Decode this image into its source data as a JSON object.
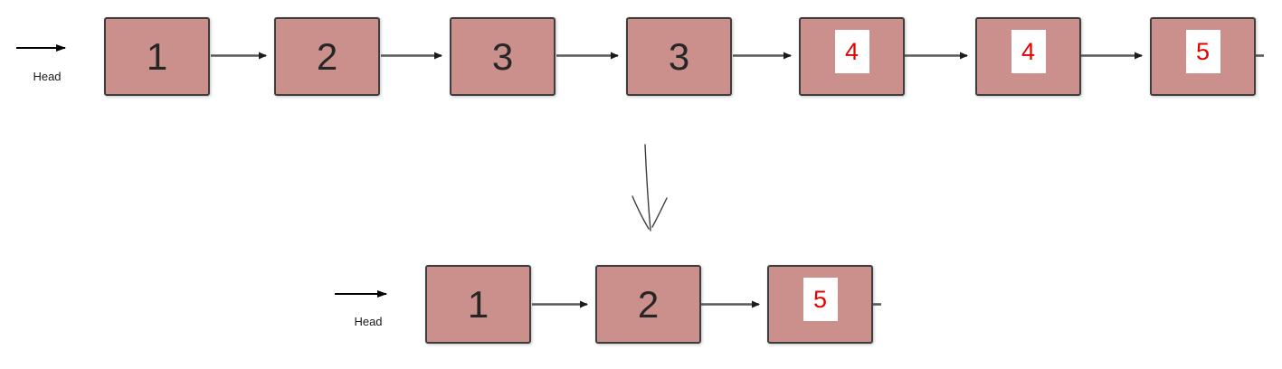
{
  "diagram_title": "linked-list-duplicate-removal-diagram",
  "top_list": {
    "head_label": "Head",
    "nodes": [
      {
        "label": "1",
        "highlighted": false
      },
      {
        "label": "2",
        "highlighted": false
      },
      {
        "label": "3",
        "highlighted": false
      },
      {
        "label": "3",
        "highlighted": false
      },
      {
        "label": "4",
        "highlighted": true
      },
      {
        "label": "4",
        "highlighted": true
      },
      {
        "label": "5",
        "highlighted": true
      }
    ]
  },
  "bottom_list": {
    "head_label": "Head",
    "nodes": [
      {
        "label": "1",
        "highlighted": false
      },
      {
        "label": "2",
        "highlighted": false
      },
      {
        "label": "5",
        "highlighted": true
      }
    ]
  },
  "colors": {
    "node_fill": "#cb908c",
    "node_border": "#3e3e3e",
    "connector": "#595959",
    "arrowhead": "#1c1c1c",
    "head_arrow": "#000000",
    "highlight_text": "#e60000",
    "highlight_bg": "#ffffff"
  }
}
